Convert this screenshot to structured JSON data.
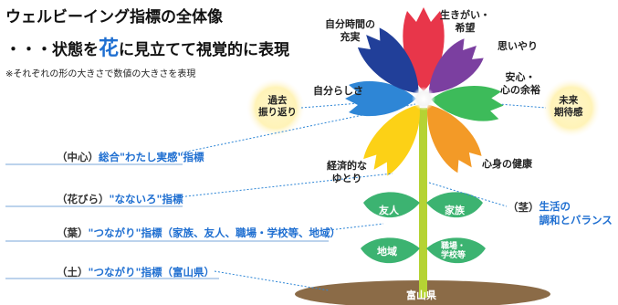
{
  "title": {
    "line1": "ウェルビーイング指標の全体像",
    "line2_prefix": "・・・状態を",
    "line2_hana": "花",
    "line2_suffix": "に見立てて視覚的に表現",
    "note": "※それぞれの形の大きさで数値の大きさを表現"
  },
  "petals": {
    "jibun_jikan": "自分時間の\n充実",
    "ikigai": "生きがい・\n希望",
    "omoiyari": "思いやり",
    "anshin": "安心・\n心の余裕",
    "shinshin": "心身の健康",
    "keizai": "経済的な\nゆとり",
    "jibunrashisa": "自分らしさ"
  },
  "circles": {
    "past": "過去\n振り返り",
    "future": "未来\n期待感"
  },
  "leaves": {
    "tomo": "友人",
    "kazoku": "家族",
    "chiiki": "地域",
    "shokuba": "職場・\n学校等"
  },
  "soil": "富山県",
  "legend": {
    "center_prefix": "（中心）",
    "center_text": "総合\"わたし実感\"指標",
    "petal_prefix": "（花びら）",
    "petal_text": "\"なないろ\"指標",
    "leaf_prefix": "（葉）",
    "leaf_text": "\"つながり\"指標（家族、友人、職場・学校等、地域）",
    "soil_prefix": "（土）",
    "soil_text": "\"つながり\"指標（富山県）",
    "stem_prefix": "（茎）",
    "stem_text": "生活の\n調和とバランス"
  },
  "colors": {
    "red": "#e8364a",
    "yellow": "#fcd116",
    "purple": "#7b3fa0",
    "navy": "#213f99",
    "blue": "#2e86d6",
    "green": "#3dbb5a",
    "orange": "#f39a27",
    "leaf": "#3cb371",
    "stem": "#b5d334",
    "soil": "#8b6b47",
    "accent": "#1f6fd1"
  }
}
